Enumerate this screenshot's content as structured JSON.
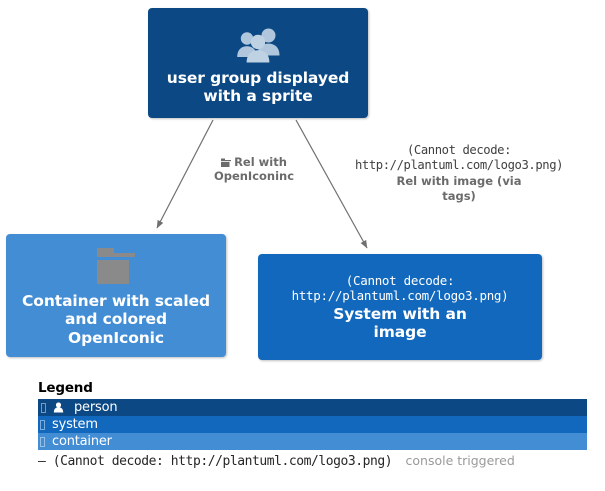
{
  "diagram": {
    "nodes": [
      {
        "id": "person",
        "label": "user group displayed\nwith a sprite",
        "line1": "user group displayed",
        "line2": "with a sprite",
        "sprite": "user-group-sprite",
        "color": "#0B4884"
      },
      {
        "id": "container",
        "line1": "Container with scaled",
        "line2": "and colored",
        "line3": "OpenIconic",
        "sprite": "folder-sprite",
        "color": "#438DD5"
      },
      {
        "id": "system",
        "decode_line1": "(Cannot decode:",
        "decode_line2": "http://plantuml.com/logo3.png)",
        "line1": "System with an",
        "line2": "image",
        "color": "#1168BD"
      }
    ],
    "edges": [
      {
        "id": "person-to-container",
        "label_line1": "Rel with",
        "label_line2": "OpenIconinc",
        "icon": "folder-icon",
        "color": "#6B6B6B"
      },
      {
        "id": "person-to-system",
        "decode_line1": "(Cannot decode:",
        "decode_line2": "http://plantuml.com/logo3.png)",
        "label_line1": "Rel with image (via",
        "label_line2": "tags)",
        "color": "#6B6B6B"
      }
    ]
  },
  "legend": {
    "title": "Legend",
    "rows": [
      {
        "label": "person",
        "color": "#0B4884",
        "icon": "person-icon",
        "glyph": "missing-glyph"
      },
      {
        "label": "system",
        "color": "#1168BD",
        "icon": "",
        "glyph": "missing-glyph"
      },
      {
        "label": "container",
        "color": "#438DD5",
        "icon": "",
        "glyph": "missing-glyph"
      }
    ],
    "note": {
      "dash": "–",
      "decode_text": "(Cannot decode: http://plantuml.com/logo3.png)",
      "trailing": "console triggered"
    }
  }
}
